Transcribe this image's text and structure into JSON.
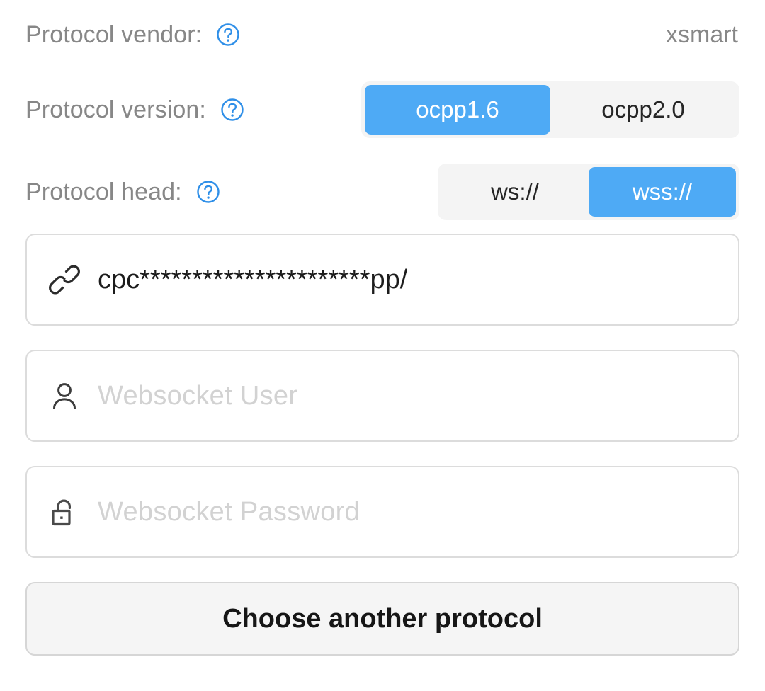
{
  "form": {
    "rows": [
      {
        "id": "protocol-vendor",
        "label": "Protocol vendor:",
        "help_icon": "question-circle-icon",
        "value": "xsmart"
      },
      {
        "id": "protocol-version",
        "label": "Protocol version:",
        "help_icon": "question-circle-icon",
        "options": [
          "ocpp1.6",
          "ocpp2.0"
        ],
        "selected": "ocpp1.6"
      },
      {
        "id": "protocol-head",
        "label": "Protocol head:",
        "help_icon": "question-circle-icon",
        "options": [
          "ws://",
          "wss://"
        ],
        "selected": "wss://"
      }
    ],
    "inputs": [
      {
        "id": "server-url",
        "icon": "link-icon",
        "value": "cpc**********************pp/",
        "placeholder": ""
      },
      {
        "id": "websocket-user",
        "icon": "user-icon",
        "value": "",
        "placeholder": "Websocket User"
      },
      {
        "id": "websocket-password",
        "icon": "unlock-icon",
        "value": "",
        "placeholder": "Websocket Password"
      }
    ],
    "choose_button": {
      "label": "Choose another protocol"
    }
  },
  "colors": {
    "accent_blue": "#4eaaf5",
    "segment_track": "#f4f4f4",
    "label_gray": "#878787",
    "placeholder_gray": "#d2d2d2",
    "field_border": "#dcdcdc",
    "button_bg": "#f5f5f5",
    "button_border": "#d6d6d6",
    "text_dark": "#1c1c1c"
  }
}
